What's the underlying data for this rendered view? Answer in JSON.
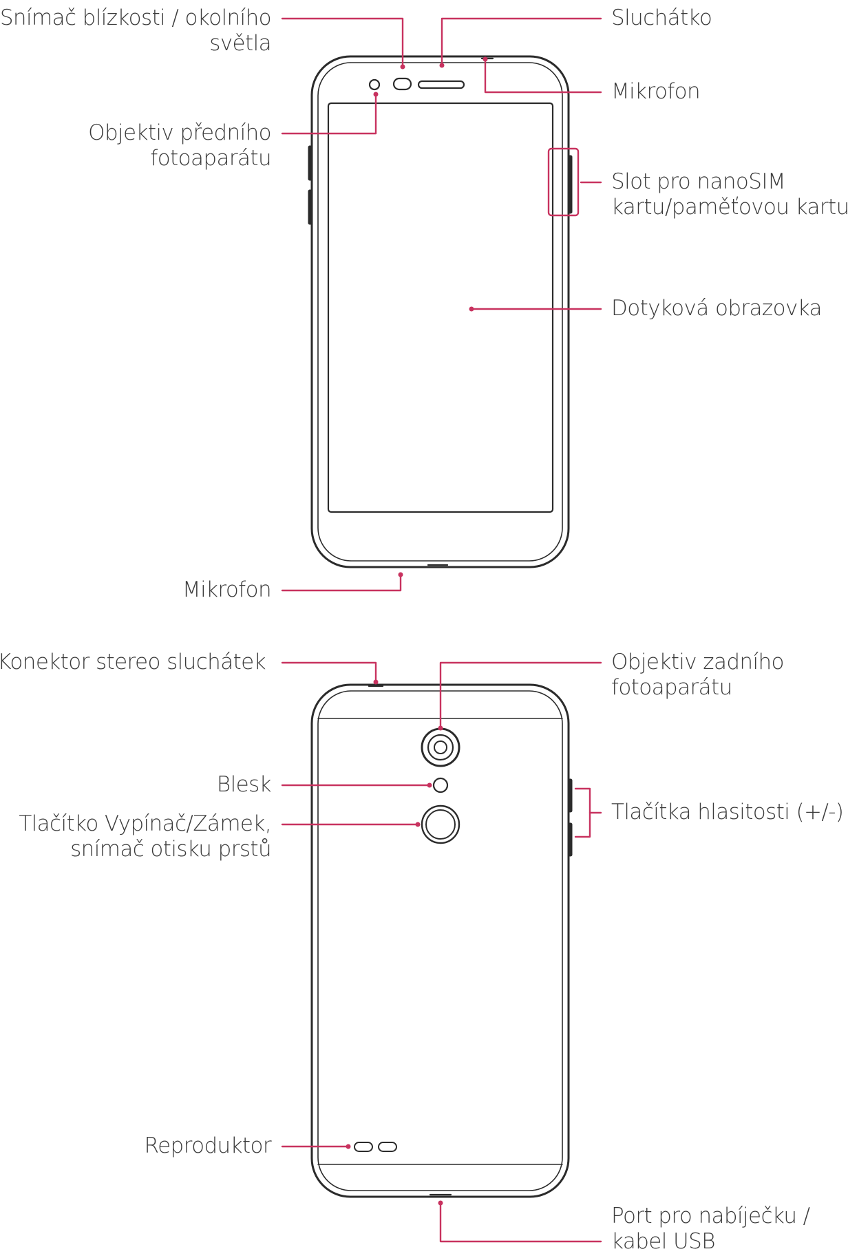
{
  "colors": {
    "leader": "#c8325f",
    "outline": "#2b2b2b",
    "text": "#3b3b3b"
  },
  "front": {
    "proximity_sensor": [
      "Snímač blízkosti / okolního",
      "světla"
    ],
    "earpiece": "Sluchátko",
    "top_microphone": "Mikrofon",
    "front_camera": [
      "Objektiv předního",
      "fotoaparátu"
    ],
    "sim_slot": [
      "Slot pro nanoSIM",
      "kartu/paměťovou kartu"
    ],
    "touch_screen": "Dotyková obrazovka",
    "bottom_microphone": "Mikrofon"
  },
  "back": {
    "headset_jack": "Konektor stereo sluchátek",
    "rear_camera": [
      "Objektiv zadního",
      "fotoaparátu"
    ],
    "flash": "Blesk",
    "power_key": [
      "Tlačítko Vypínač/Zámek,",
      "snímač otisku prstů"
    ],
    "volume_keys": "Tlačítka hlasitosti (+/-)",
    "speaker": "Reproduktor",
    "charger_port": [
      "Port pro nabíječku /",
      "kabel USB"
    ]
  }
}
